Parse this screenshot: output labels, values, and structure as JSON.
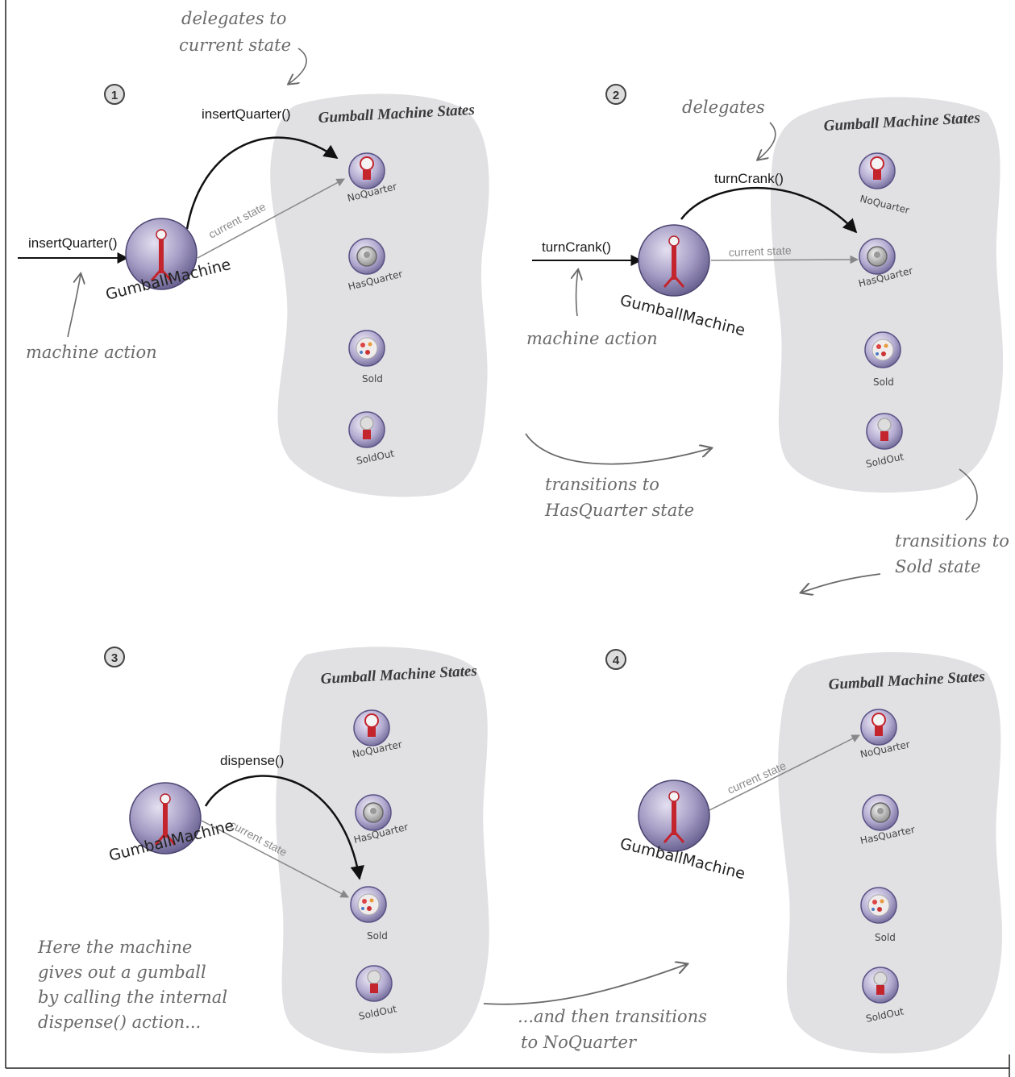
{
  "states_title": "Gumball Machine States",
  "states": [
    "NoQuarter",
    "HasQuarter",
    "Sold",
    "SoldOut"
  ],
  "machine_label": "GumballMachine",
  "current_state_label": "current state",
  "panels": [
    {
      "number": "1",
      "action": "insertQuarter()",
      "delegate_call": "insertQuarter()",
      "note_action": "machine action",
      "note_delegate": [
        "delegates to",
        "current state"
      ]
    },
    {
      "number": "2",
      "action": "turnCrank()",
      "delegate_call": "turnCrank()",
      "note_action": "machine action",
      "note_delegate": [
        "delegates"
      ]
    },
    {
      "number": "3",
      "delegate_call": "dispense()",
      "note": [
        "Here the machine",
        "gives out a gumball",
        "by calling the internal",
        "dispense() action..."
      ]
    },
    {
      "number": "4"
    }
  ],
  "transitions": {
    "t1": [
      "transitions to",
      "HasQuarter state"
    ],
    "t2": [
      "transitions to",
      "Sold state"
    ],
    "t3": [
      "...and then transitions",
      "to NoQuarter"
    ]
  }
}
